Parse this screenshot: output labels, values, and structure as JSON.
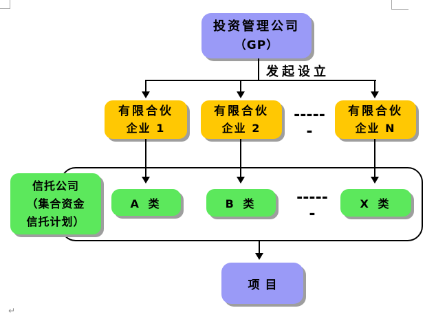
{
  "diagram": {
    "top_box": {
      "line1": "投资管理公司",
      "line2": "（GP）"
    },
    "edge_label": "发起设立",
    "partnerships": [
      {
        "line1": "有限合伙",
        "line2": "企业 1"
      },
      {
        "line1": "有限合伙",
        "line2": "企业 2"
      },
      {
        "line1": "有限合伙",
        "line2": "企业 N"
      }
    ],
    "ellipsis_row1": "------",
    "ellipsis_row2": "------",
    "trust_box": {
      "line1": "信托公司",
      "line2": "（集合资金",
      "line3": "信托计划）"
    },
    "classes": [
      "A 类",
      "B 类",
      "X 类"
    ],
    "project_label": "项目",
    "break_mark": "↵",
    "colors": {
      "lavender_fill": "#9a9af7",
      "gold_fill": "#ffc803",
      "green_fill": "#5ce85c",
      "shadow": "#9e9e9e",
      "line": "#000000",
      "corner_mark": "#a6a6a6"
    }
  }
}
